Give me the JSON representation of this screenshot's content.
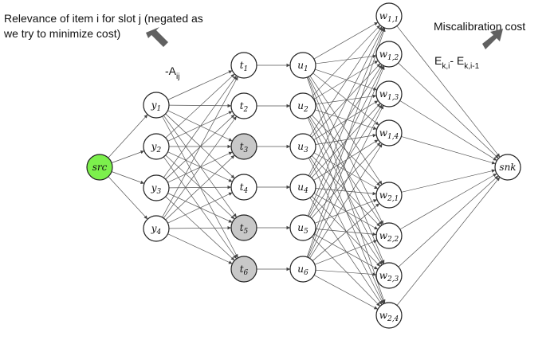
{
  "annotations": {
    "relevance_line1": "Relevance of item i for slot j (negated as",
    "relevance_line2": "we try to minimize cost)",
    "neg_a_base": "-A",
    "neg_a_sub": "ij",
    "miscal_title": "Miscalibration cost",
    "e_left_base": "E",
    "e_left_sub": "k,i",
    "e_dash": "- ",
    "e_right_base": "E",
    "e_right_sub": "k,i-1"
  },
  "colors": {
    "source_fill": "#7cf04c",
    "shaded_fill": "#c8c8c8",
    "plain_fill": "#ffffff",
    "arrow": "#616161"
  },
  "nodes": [
    {
      "id": "src",
      "base": "src",
      "sub": "",
      "fill": "source"
    },
    {
      "id": "y1",
      "base": "y",
      "sub": "1",
      "fill": "plain"
    },
    {
      "id": "y2",
      "base": "y",
      "sub": "2",
      "fill": "plain"
    },
    {
      "id": "y3",
      "base": "y",
      "sub": "3",
      "fill": "plain"
    },
    {
      "id": "y4",
      "base": "y",
      "sub": "4",
      "fill": "plain"
    },
    {
      "id": "t1",
      "base": "t",
      "sub": "1",
      "fill": "plain"
    },
    {
      "id": "t2",
      "base": "t",
      "sub": "2",
      "fill": "plain"
    },
    {
      "id": "t3",
      "base": "t",
      "sub": "3",
      "fill": "shaded"
    },
    {
      "id": "t4",
      "base": "t",
      "sub": "4",
      "fill": "plain"
    },
    {
      "id": "t5",
      "base": "t",
      "sub": "5",
      "fill": "shaded"
    },
    {
      "id": "t6",
      "base": "t",
      "sub": "6",
      "fill": "shaded"
    },
    {
      "id": "u1",
      "base": "u",
      "sub": "1",
      "fill": "plain"
    },
    {
      "id": "u2",
      "base": "u",
      "sub": "2",
      "fill": "plain"
    },
    {
      "id": "u3",
      "base": "u",
      "sub": "3",
      "fill": "plain"
    },
    {
      "id": "u4",
      "base": "u",
      "sub": "4",
      "fill": "plain"
    },
    {
      "id": "u5",
      "base": "u",
      "sub": "5",
      "fill": "plain"
    },
    {
      "id": "u6",
      "base": "u",
      "sub": "6",
      "fill": "plain"
    },
    {
      "id": "w11",
      "base": "w",
      "sub": "1,1",
      "fill": "plain"
    },
    {
      "id": "w12",
      "base": "w",
      "sub": "1,2",
      "fill": "plain"
    },
    {
      "id": "w13",
      "base": "w",
      "sub": "1,3",
      "fill": "plain"
    },
    {
      "id": "w14",
      "base": "w",
      "sub": "1,4",
      "fill": "plain"
    },
    {
      "id": "w21",
      "base": "w",
      "sub": "2,1",
      "fill": "plain"
    },
    {
      "id": "w22",
      "base": "w",
      "sub": "2,2",
      "fill": "plain"
    },
    {
      "id": "w23",
      "base": "w",
      "sub": "2,3",
      "fill": "plain"
    },
    {
      "id": "w24",
      "base": "w",
      "sub": "2,4",
      "fill": "plain"
    },
    {
      "id": "snk",
      "base": "snk",
      "sub": "",
      "fill": "plain"
    }
  ]
}
